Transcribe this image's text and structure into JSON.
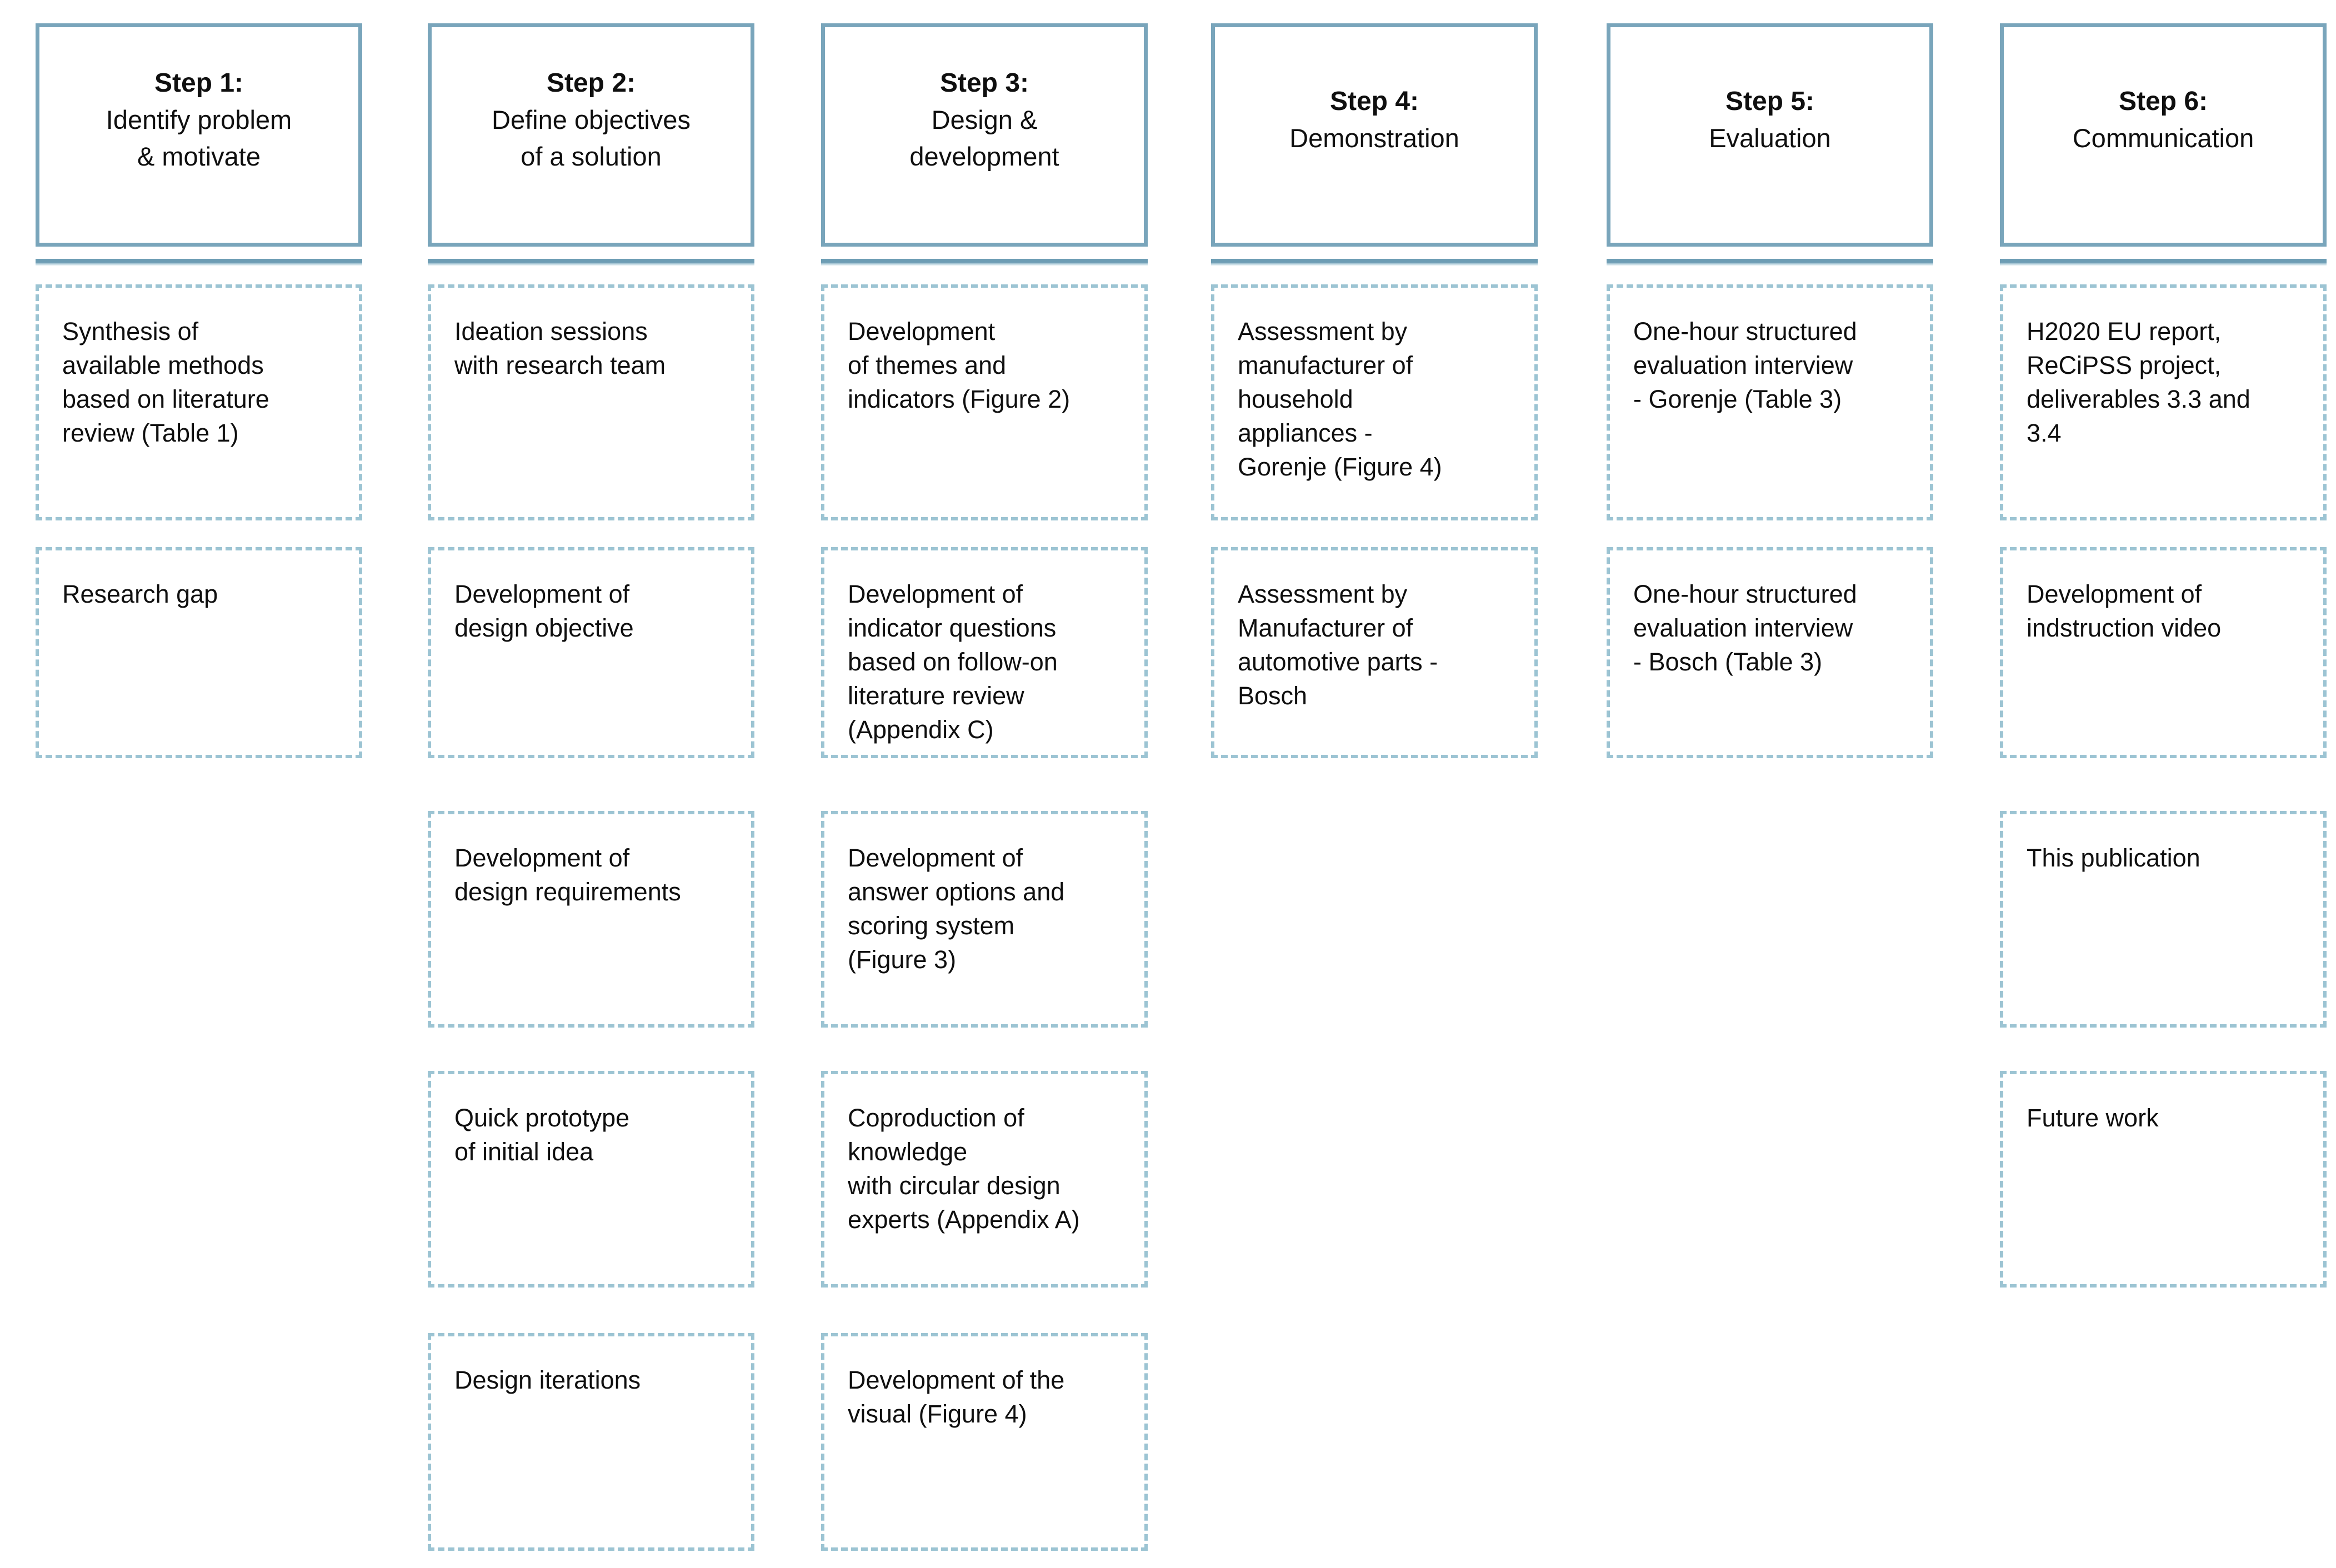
{
  "figure": {
    "description": "Six-step design science research process diagram",
    "colors": {
      "background": "#ffffff",
      "solid_border": "#79a5bb",
      "dashed_border": "#9cc4d3",
      "divider": "#6d9db4",
      "text": "#0f0f0f"
    },
    "columns": [
      {
        "step_label": "Step 1:",
        "title": "Identify problem\n& motivate",
        "activities": [
          "Synthesis of\navailable methods\nbased on literature\nreview (Table 1)",
          "Research gap"
        ]
      },
      {
        "step_label": "Step 2:",
        "title": "Define objectives\nof a solution",
        "activities": [
          "Ideation sessions\nwith research team",
          "Development of\ndesign objective",
          "Development of\ndesign requirements",
          "Quick prototype\nof initial idea",
          "Design iterations"
        ]
      },
      {
        "step_label": "Step 3:",
        "title": "Design &\ndevelopment",
        "activities": [
          "Development\nof themes and\nindicators (Figure 2)",
          "Development of\nindicator questions\nbased on follow-on\nliterature review\n(Appendix C)",
          "Development of\nanswer options and\nscoring system\n(Figure 3)",
          "Coproduction of\nknowledge\nwith circular design\nexperts (Appendix A)",
          "Development of the\nvisual (Figure 4)"
        ]
      },
      {
        "step_label": "Step 4:",
        "title": "Demonstration",
        "activities": [
          "Assessment by\nmanufacturer of\nhousehold\nappliances -\nGorenje (Figure 4)",
          "Assessment by\nManufacturer of\nautomotive parts -\nBosch"
        ]
      },
      {
        "step_label": "Step 5:",
        "title": "Evaluation",
        "activities": [
          "One-hour structured\nevaluation interview\n- Gorenje (Table 3)",
          "One-hour structured\nevaluation interview\n- Bosch (Table 3)"
        ]
      },
      {
        "step_label": "Step 6:",
        "title": "Communication",
        "activities": [
          "H2020 EU report,\nReCiPSS project,\ndeliverables 3.3 and\n3.4",
          "Development of\nindstruction video",
          "This publication",
          "Future work"
        ]
      }
    ]
  }
}
